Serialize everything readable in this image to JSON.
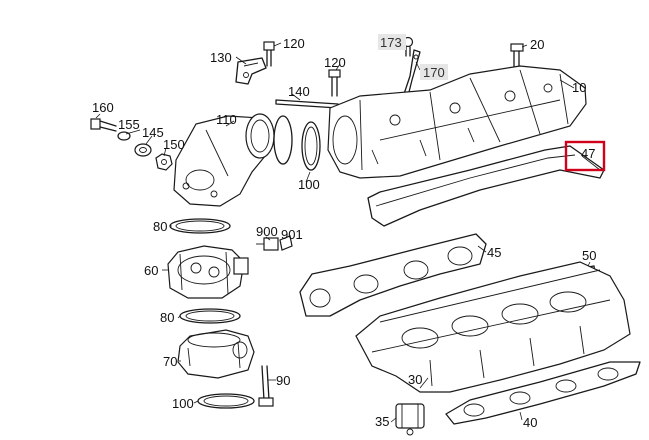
{
  "diagram": {
    "labels": [
      {
        "id": "p120a",
        "text": "120"
      },
      {
        "id": "p130",
        "text": "130"
      },
      {
        "id": "p173",
        "text": "173"
      },
      {
        "id": "p170",
        "text": "170"
      },
      {
        "id": "p20",
        "text": "20"
      },
      {
        "id": "p120b",
        "text": "120"
      },
      {
        "id": "p10",
        "text": "10"
      },
      {
        "id": "p140",
        "text": "140"
      },
      {
        "id": "p160",
        "text": "160"
      },
      {
        "id": "p110",
        "text": "110"
      },
      {
        "id": "p155",
        "text": "155"
      },
      {
        "id": "p145",
        "text": "145"
      },
      {
        "id": "p150",
        "text": "150"
      },
      {
        "id": "p47",
        "text": "47"
      },
      {
        "id": "p100a",
        "text": "100"
      },
      {
        "id": "p80a",
        "text": "80"
      },
      {
        "id": "p900",
        "text": "900"
      },
      {
        "id": "p901",
        "text": "901"
      },
      {
        "id": "p60",
        "text": "60"
      },
      {
        "id": "p45",
        "text": "45"
      },
      {
        "id": "p50",
        "text": "50"
      },
      {
        "id": "p80b",
        "text": "80"
      },
      {
        "id": "p70",
        "text": "70"
      },
      {
        "id": "p90",
        "text": "90"
      },
      {
        "id": "p30",
        "text": "30"
      },
      {
        "id": "p100b",
        "text": "100"
      },
      {
        "id": "p35",
        "text": "35"
      },
      {
        "id": "p40",
        "text": "40"
      }
    ],
    "highlight_label": "47",
    "highlight_color": "#d0021b",
    "tag_color": "#9a9a9a"
  }
}
